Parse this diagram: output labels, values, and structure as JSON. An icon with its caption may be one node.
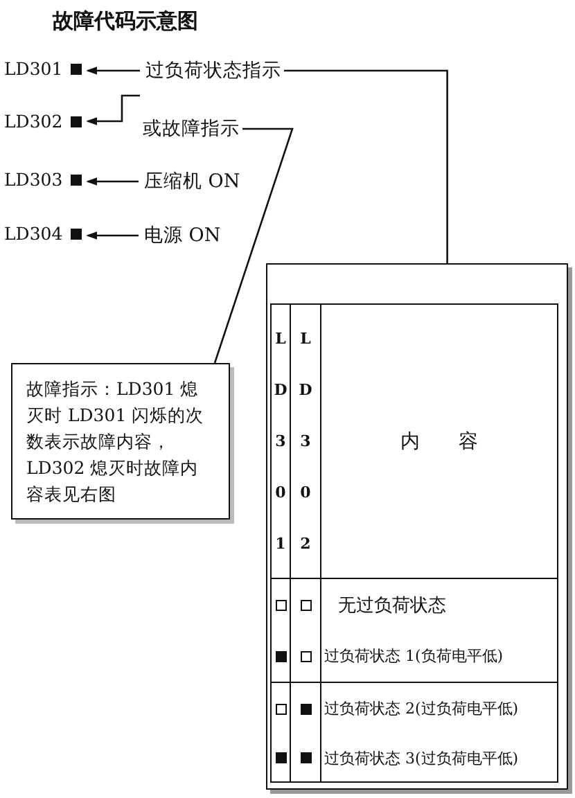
{
  "diagram": {
    "title": "故障代码示意图",
    "nodes": [
      {
        "text": [
          "LD301"
        ]
      },
      {
        "text": [
          "LD302"
        ]
      },
      {
        "text": [
          "LD303"
        ]
      },
      {
        "text": [
          "LD304"
        ]
      },
      {
        "text": [
          "过负荷状态指示"
        ]
      },
      {
        "text": [
          "或故障指示"
        ]
      },
      {
        "text": [
          "压缩机 ON"
        ]
      },
      {
        "text": [
          "电源 ON"
        ]
      },
      {
        "text": [
          "故障指示：LD301 熄灭时 LD301 闪烁的次数表示故障内容，LD302 熄灭时故障内容表见右图"
        ]
      },
      {
        "text": [],
        "shape": "box"
      }
    ],
    "edges": [
      {
        "from": 4,
        "to": 0,
        "arrow": "to"
      },
      {
        "from": 4,
        "to": 1,
        "arrow": "to"
      },
      {
        "from": 6,
        "to": 2,
        "arrow": "to"
      },
      {
        "from": 7,
        "to": 3,
        "arrow": "to"
      },
      {
        "from": 4,
        "to": 9,
        "arrow": "none"
      },
      {
        "from": 5,
        "to": 8,
        "arrow": "none"
      }
    ],
    "labels": [
      "LD301",
      "LD302",
      "内 容",
      "无过负荷状态",
      "过负荷状态 1(负荷电平低)",
      "过负荷状态 2(过负荷电平低)",
      "过负荷状态 3(过负荷电平低)"
    ]
  }
}
